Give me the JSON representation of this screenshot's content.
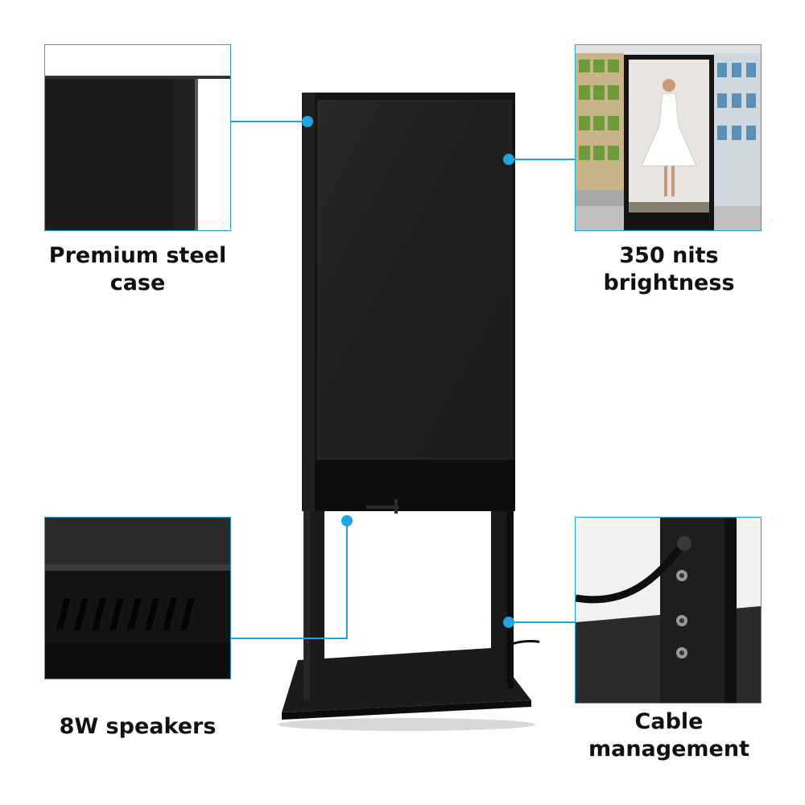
{
  "features": [
    {
      "caption": "Premium steel\ncase"
    },
    {
      "caption": "350 nits\nbrightness"
    },
    {
      "caption": "8W speakers"
    },
    {
      "caption": "Cable\nmanagement"
    }
  ],
  "colors": {
    "accent": "#1fa6e0",
    "body": "#111111",
    "caption": "#111111"
  }
}
